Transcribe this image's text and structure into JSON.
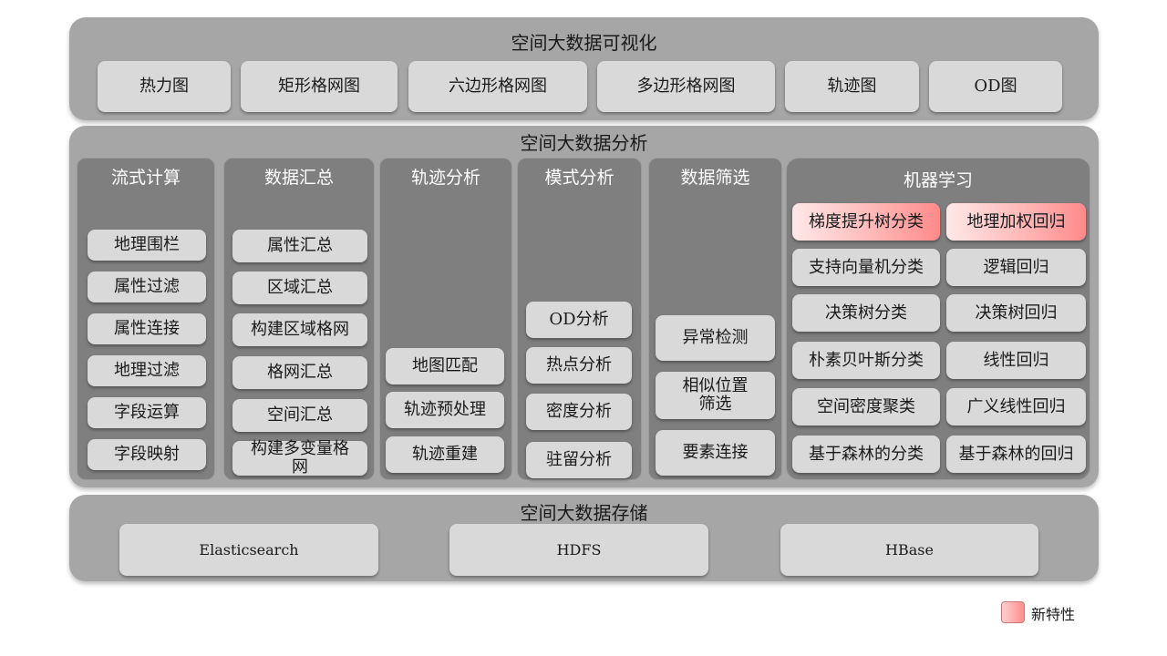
{
  "visualization": {
    "title": "空间大数据可视化",
    "items": [
      "热力图",
      "矩形格网图",
      "六边形格网图",
      "多边形格网图",
      "轨迹图",
      "OD图"
    ]
  },
  "analysis": {
    "title": "空间大数据分析",
    "stream": {
      "title": "流式计算",
      "items": [
        "地理围栏",
        "属性过滤",
        "属性连接",
        "地理过滤",
        "字段运算",
        "字段映射"
      ]
    },
    "aggregation": {
      "title": "数据汇总",
      "items": [
        "属性汇总",
        "区域汇总",
        "构建区域格网",
        "格网汇总",
        "空间汇总",
        "构建多变量格网"
      ]
    },
    "trajectory": {
      "title": "轨迹分析",
      "items": [
        "地图匹配",
        "轨迹预处理",
        "轨迹重建"
      ]
    },
    "pattern": {
      "title": "模式分析",
      "items": [
        "OD分析",
        "热点分析",
        "密度分析",
        "驻留分析"
      ]
    },
    "filter": {
      "title": "数据筛选",
      "items": [
        "异常检测",
        "相似位置筛选",
        "要素连接"
      ]
    },
    "ml": {
      "title": "机器学习",
      "left": [
        "梯度提升树分类",
        "支持向量机分类",
        "决策树分类",
        "朴素贝叶斯分类",
        "空间密度聚类",
        "基于森林的分类"
      ],
      "right": [
        "地理加权回归",
        "逻辑回归",
        "决策树回归",
        "线性回归",
        "广义线性回归",
        "基于森林的回归"
      ]
    }
  },
  "storage": {
    "title": "空间大数据存储",
    "items": [
      "Elasticsearch",
      "HDFS",
      "HBase"
    ]
  },
  "legend": {
    "label": "新特性"
  }
}
